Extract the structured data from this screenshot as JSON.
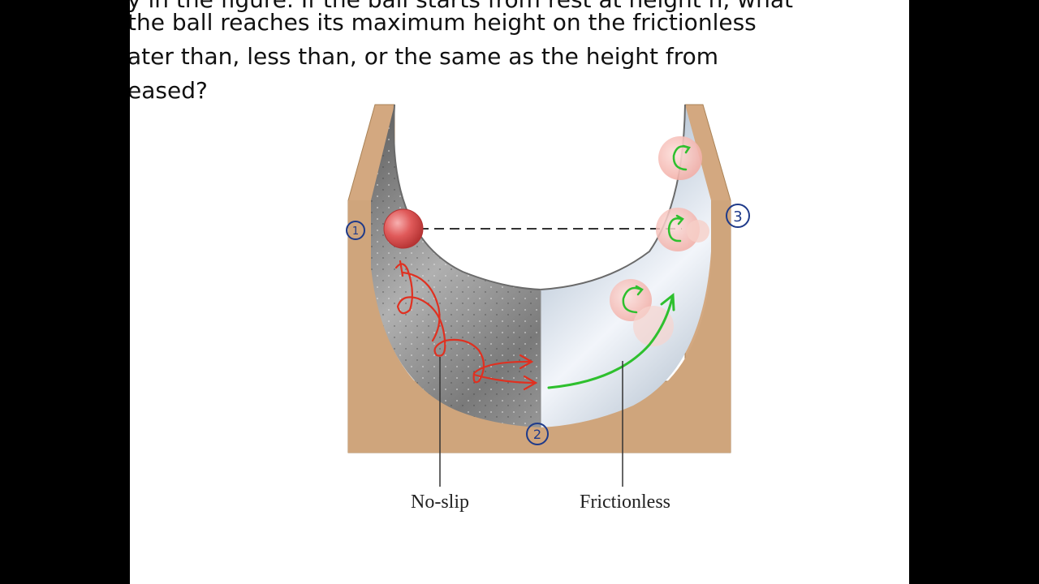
{
  "question": {
    "line0": "y in the figure. If the ball starts from rest at height h, what",
    "line1": "the ball reaches its maximum height on the frictionless",
    "line2": "ater than, less than, or the same as the height from",
    "line3": "eased?"
  },
  "figure": {
    "label_left": "No-slip",
    "label_right": "Frictionless",
    "marker_1": "1",
    "marker_2": "2",
    "marker_3": "3"
  },
  "colors": {
    "wood": "#cfa57c",
    "ball": "#dd5555",
    "annotation_red": "#e03020",
    "annotation_green": "#2ec02e",
    "annotation_blue": "#1e3a8a"
  }
}
